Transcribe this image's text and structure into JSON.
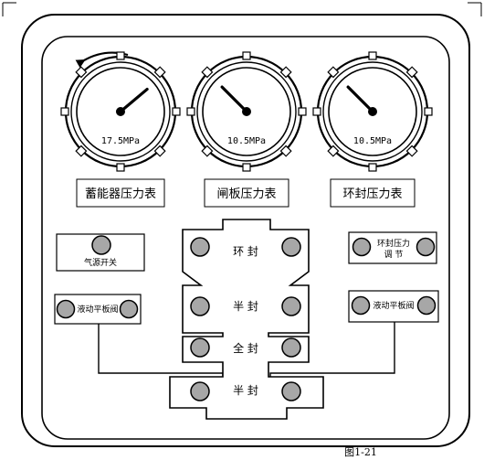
{
  "gauges": [
    {
      "id": "accumulator",
      "reading": "17.5MPa",
      "label": "蓄能器压力表"
    },
    {
      "id": "ram",
      "reading": "10.5MPa",
      "label": "闸板压力表"
    },
    {
      "id": "annular",
      "reading": "10.5MPa",
      "label": "环封压力表"
    }
  ],
  "controls": {
    "air_switch": "气源开关",
    "annular_regulator": [
      "环封压力",
      "调  节"
    ],
    "hydraulic_valve_left": "液动平板阀",
    "hydraulic_valve_right": "液动平板阀"
  },
  "stack": {
    "annular": "环   封",
    "pipe_ram_upper": "半   封",
    "blind_ram": "全   封",
    "pipe_ram_lower": "半   封"
  },
  "figure_label": "图1-21",
  "colors": {
    "button_fill": "#a7a7a7",
    "line": "#000000",
    "background": "#ffffff"
  }
}
